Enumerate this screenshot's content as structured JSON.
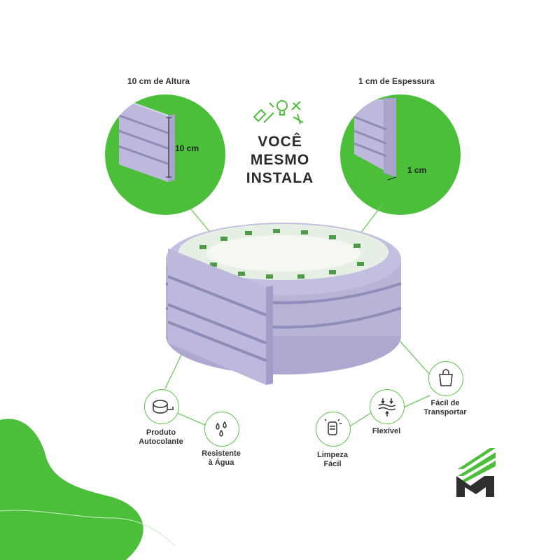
{
  "height_panel": {
    "title": "10 cm de Altura",
    "dimension": "10 cm"
  },
  "thickness_panel": {
    "title": "1 cm de Espessura",
    "dimension": "1 cm"
  },
  "headline": {
    "line1": "VOCÊ",
    "line2": "MESMO",
    "line3": "INSTALA"
  },
  "features": [
    {
      "icon": "tape-roll-icon",
      "line1": "Produto",
      "line2": "Autocolante"
    },
    {
      "icon": "water-drops-icon",
      "line1": "Resistente",
      "line2": "à Água"
    },
    {
      "icon": "cleaning-hand-icon",
      "line1": "Limpeza",
      "line2": "Fácil"
    },
    {
      "icon": "flexible-arrows-icon",
      "line1": "Flexível",
      "line2": ""
    },
    {
      "icon": "shopping-bag-icon",
      "line1": "Fácil de",
      "line2": "Transportar"
    }
  ],
  "colors": {
    "accent_green": "#4bbf3a",
    "product_lilac": "#b7b4d6",
    "logo_dark": "#2f2f2f"
  }
}
